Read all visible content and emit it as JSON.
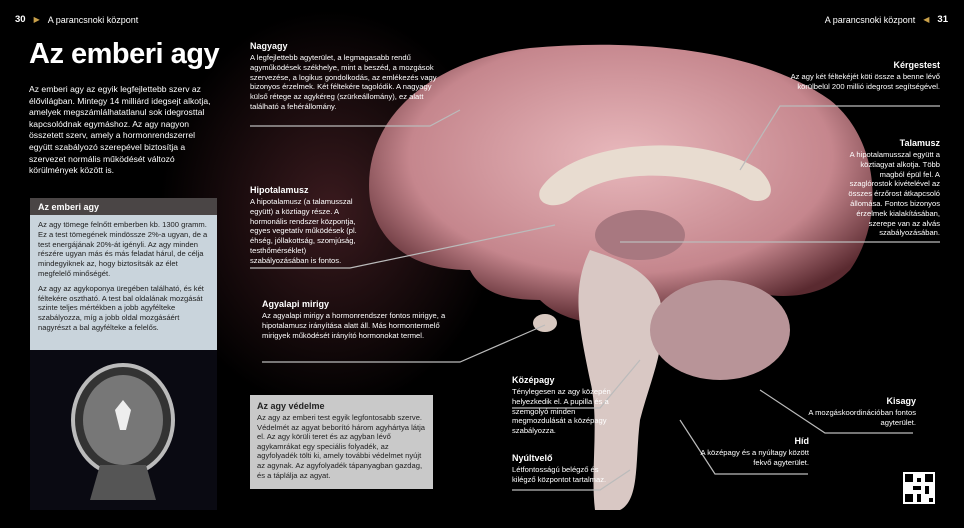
{
  "header": {
    "left_page": "30",
    "left_section": "A parancsnoki központ",
    "right_section": "A parancsnoki központ",
    "right_page": "31"
  },
  "title": "Az emberi agy",
  "intro": "Az emberi agy az egyik legfejlettebb szerv az élővilágban. Mintegy 14 milliárd idegsejt alkotja, amelyek megszámlálhatatlanul sok idegrosttal kapcsolódnak egymáshoz. Az agy nagyon összetett szerv, amely a hormonrendszerrel együtt szabályozó szerepével biztosítja a szervezet normális működését változó körülmények között is.",
  "sidebox": {
    "title": "Az emberi agy",
    "p1": "Az agy tömege felnőtt emberben kb. 1300 gramm. Ez a test tömegének mindössze 2%-a ugyan, de a test energájának 20%-át igényli. Az agy minden részére ugyan más és más feladat hárul, de célja mindegyiknek az, hogy biztosítsák az élet megfelelő minőségét.",
    "p2": "Az agy az agykoponya üregében található, és két féltekére osztható. A test bal oldalának mozgását szinte teljes mértékben a jobb agyfélteke szabályozza, míg a jobb oldal mozgásáért nagyrészt a bal agyfélteke a felelős."
  },
  "protection": {
    "title": "Az agy védelme",
    "text": "Az agy az emberi test egyik legfontosabb szerve. Védelmét az agyat beborító három agyhártya látja el. Az agy körüli teret és az agyban lévő agykamrákat egy speciális folyadék, az agyfolyadék tölti ki, amely további védelmet nyújt az agynak. Az agyfolyadék tápanyagban gazdag, és a táplálja az agyat."
  },
  "labels": {
    "nagyagy": {
      "title": "Nagyagy",
      "text": "A legfejlettebb agyterület, a legmagasabb rendű agyműködések székhelye, mint a beszéd, a mozgások szervezése, a logikus gondolkodás, az emlékezés vagy bizonyos érzelmek. Két féltekére tagolódik. A nagyagy külső rétege az agykéreg (szürkeállomány), ez alatt található a fehérállomány."
    },
    "hipotalamusz": {
      "title": "Hipotalamusz",
      "text": "A hipotalamusz (a talamusszal együtt) a köztiagy része. A hormonális rendszer központja, egyes vegetatív működések (pl. éhség, jóllakottság, szomjúság, testhőmérséklet) szabályozásában is fontos."
    },
    "agyalapi": {
      "title": "Agyalapi mirigy",
      "text": "Az agyalapi mirigy a hormonrendszer fontos mirigye, a hipotalamusz irányítása alatt áll. Más hormontermelő mirigyek működését irányító hormonokat termel."
    },
    "kozepagy": {
      "title": "Középagy",
      "text": "Ténylegesen az agy közepén helyezkedik el. A pupilla és a szemgolyó minden megmozdulását a középagy szabályozza."
    },
    "nyultvelo": {
      "title": "Nyúltvelő",
      "text": "Létfontosságú belégző és kilégző központot tartalmaz."
    },
    "kergestest": {
      "title": "Kérgestest",
      "text": "Az agy két féltekéjét köti össze a benne lévő körülbelül 200 millió idegrost segítségével."
    },
    "talamusz": {
      "title": "Talamusz",
      "text": "A hipotalamusszal együtt a köztiagyat alkotja. Több magból épül fel. A szaglórostok kivételével az összes érzőrost átkapcsoló állomása. Fontos bizonyos érzelmek kialakításában, szerepe van az alvás szabályozásában."
    },
    "kisagy": {
      "title": "Kisagy",
      "text": "A mozgáskoordinációban fontos agyterület."
    },
    "hid": {
      "title": "Híd",
      "text": "A középagy és a nyúltagy között fekvő agyterület."
    }
  },
  "colors": {
    "brain": "#c98a90",
    "sidebox": "#c9d4dc",
    "header_bar": "#4a4545",
    "accent": "#c9a04a"
  },
  "icons": {
    "qr": "qr-code-icon",
    "page_arrows": "triangle-icon"
  }
}
